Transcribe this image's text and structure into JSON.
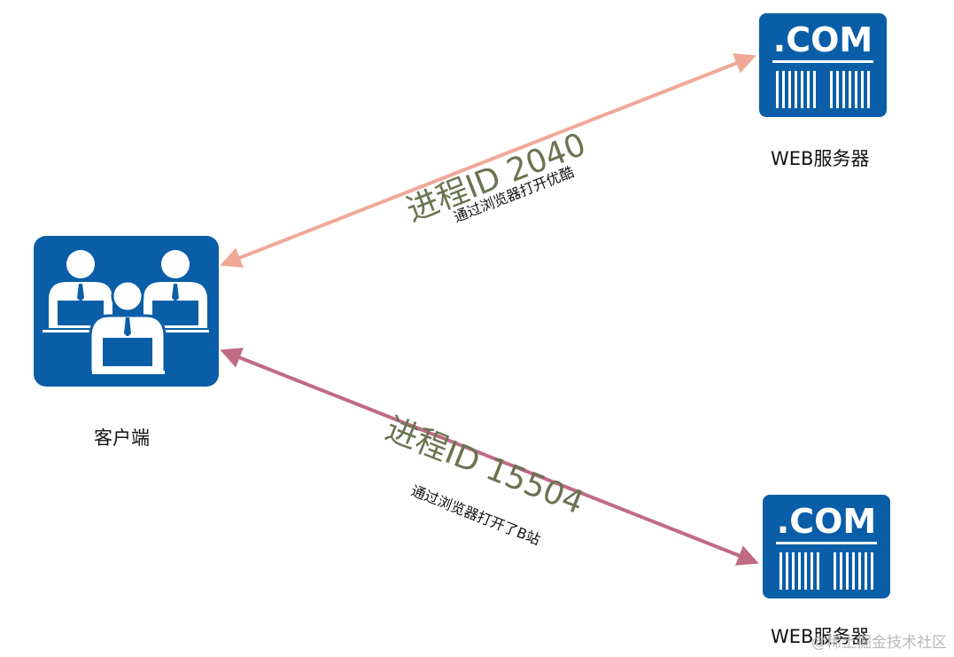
{
  "nodes": {
    "client": {
      "label": "客户端",
      "icon": "people-computers-icon"
    },
    "server_top": {
      "label": "WEB服务器",
      "icon": "dotcom-server-icon",
      "icon_text": ".COM"
    },
    "server_bottom": {
      "label": "WEB服务器",
      "icon": "dotcom-server-icon",
      "icon_text": ".COM"
    }
  },
  "edges": {
    "top": {
      "title": "进程ID 2040",
      "subtitle": "通过浏览器打开优酷",
      "color": "#f0a898"
    },
    "bottom": {
      "title": "进程ID 15504",
      "subtitle": "通过浏览器打开了B站",
      "color": "#c06a84"
    }
  },
  "colors": {
    "icon_blue": "#0a5ea8",
    "label_green": "#6a7450"
  },
  "watermark": "@稀土掘金技术社区"
}
